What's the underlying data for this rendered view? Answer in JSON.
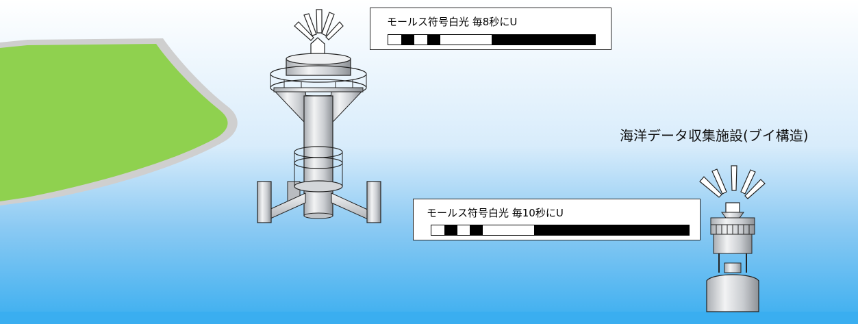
{
  "tower_light": {
    "label": "モールス符号白光 毎8秒にU",
    "pattern": [
      {
        "state": "on",
        "units": 1
      },
      {
        "state": "off",
        "units": 1
      },
      {
        "state": "on",
        "units": 1
      },
      {
        "state": "off",
        "units": 1
      },
      {
        "state": "on",
        "units": 4
      },
      {
        "state": "off",
        "units": 8
      }
    ]
  },
  "buoy_light": {
    "label": "モールス符号白光 毎10秒にU",
    "pattern": [
      {
        "state": "on",
        "units": 1
      },
      {
        "state": "off",
        "units": 1
      },
      {
        "state": "on",
        "units": 1
      },
      {
        "state": "off",
        "units": 1
      },
      {
        "state": "on",
        "units": 4
      },
      {
        "state": "off",
        "units": 12
      }
    ]
  },
  "facility_title": "海洋データ収集施設(ブイ構造)",
  "colors": {
    "land": "#8fd14f",
    "land_shadow": "#cfcfcf",
    "sea_top": "#ffffff",
    "sea_bottom": "#3aaef0",
    "structure": "#cfd2d6"
  }
}
